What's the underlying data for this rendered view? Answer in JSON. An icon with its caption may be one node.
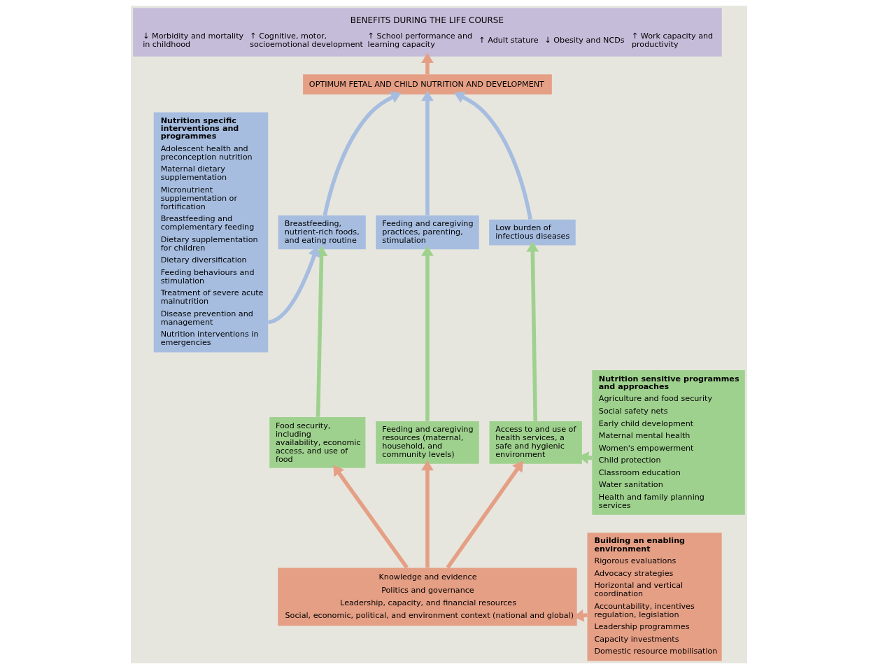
{
  "diagram": {
    "nodes": [
      {
        "text": [
          "BENEFITS DURING THE LIFE COURSE",
          "↓ Morbidity and mortality in childhood",
          "↑ Cognitive, motor, socioemotional development",
          "↑ School performance and learning capacity",
          "↑ Adult stature",
          "↓ Obesity and NCDs",
          "↑ Work capacity and productivity"
        ]
      },
      {
        "text": [
          "OPTIMUM FETAL AND CHILD NUTRITION AND DEVELOPMENT"
        ]
      },
      {
        "text": [
          "Breastfeeding, nutrient-rich foods, and eating routine"
        ]
      },
      {
        "text": [
          "Feeding and caregiving practices, parenting, stimulation"
        ]
      },
      {
        "text": [
          "Low burden of infectious diseases"
        ]
      },
      {
        "text": [
          "Food security, including availability, economic access, and use of food"
        ]
      },
      {
        "text": [
          "Feeding and caregiving resources (maternal, household, and community levels)"
        ]
      },
      {
        "text": [
          "Access to and use of health services, a safe and hygienic environment"
        ]
      },
      {
        "text": [
          "Knowledge and evidence",
          "Politics and governance",
          "Leadership, capacity, and financial resources",
          "Social, economic, political, and environment context (national and global)"
        ]
      },
      {
        "text": [
          "Nutrition specific interventions and programmes",
          "Adolescent health and preconception nutrition",
          "Maternal dietary supplementation",
          "Micronutrient supplementation or fortification",
          "Breastfeeding and complementary feeding",
          "Dietary supplementation for children",
          "Dietary diversification",
          "Feeding behaviours and stimulation",
          "Treatment of severe acute malnutrition",
          "Disease prevention and management",
          "Nutrition interventions in emergencies"
        ]
      },
      {
        "text": [
          "Nutrition sensitive programmes and approaches",
          "Agriculture and food security",
          "Social safety nets",
          "Early child development",
          "Maternal mental health",
          "Women's empowerment",
          "Child protection",
          "Classroom education",
          "Water sanitation",
          "Health and family planning services"
        ]
      },
      {
        "text": [
          "Building an enabling environment",
          "Rigorous evaluations",
          "Advocacy strategies",
          "Horizontal and vertical coordination",
          "Accountability, incentives regulation, legislation",
          "Leadership programmes",
          "Capacity investments",
          "Domestic resource mobilisation"
        ]
      }
    ],
    "edges": [
      {
        "from": 1,
        "to": 0,
        "arrow": "to",
        "color": "#e59f85"
      },
      {
        "from": 2,
        "to": 1,
        "arrow": "to",
        "color": "#a6bde0"
      },
      {
        "from": 3,
        "to": 1,
        "arrow": "to",
        "color": "#a6bde0"
      },
      {
        "from": 4,
        "to": 1,
        "arrow": "to",
        "color": "#a6bde0"
      },
      {
        "from": 5,
        "to": 2,
        "arrow": "to",
        "color": "#9fd18e"
      },
      {
        "from": 6,
        "to": 3,
        "arrow": "to",
        "color": "#9fd18e"
      },
      {
        "from": 7,
        "to": 4,
        "arrow": "to",
        "color": "#9fd18e"
      },
      {
        "from": 8,
        "to": 5,
        "arrow": "to",
        "color": "#e59f85"
      },
      {
        "from": 8,
        "to": 6,
        "arrow": "to",
        "color": "#e59f85"
      },
      {
        "from": 8,
        "to": 7,
        "arrow": "to",
        "color": "#e59f85"
      },
      {
        "from": 9,
        "to": 2,
        "arrow": "to",
        "color": "#a6bde0"
      },
      {
        "from": 10,
        "to": 7,
        "arrow": "to",
        "color": "#9fd18e"
      },
      {
        "from": 11,
        "to": 8,
        "arrow": "to",
        "color": "#e59f85"
      }
    ]
  }
}
